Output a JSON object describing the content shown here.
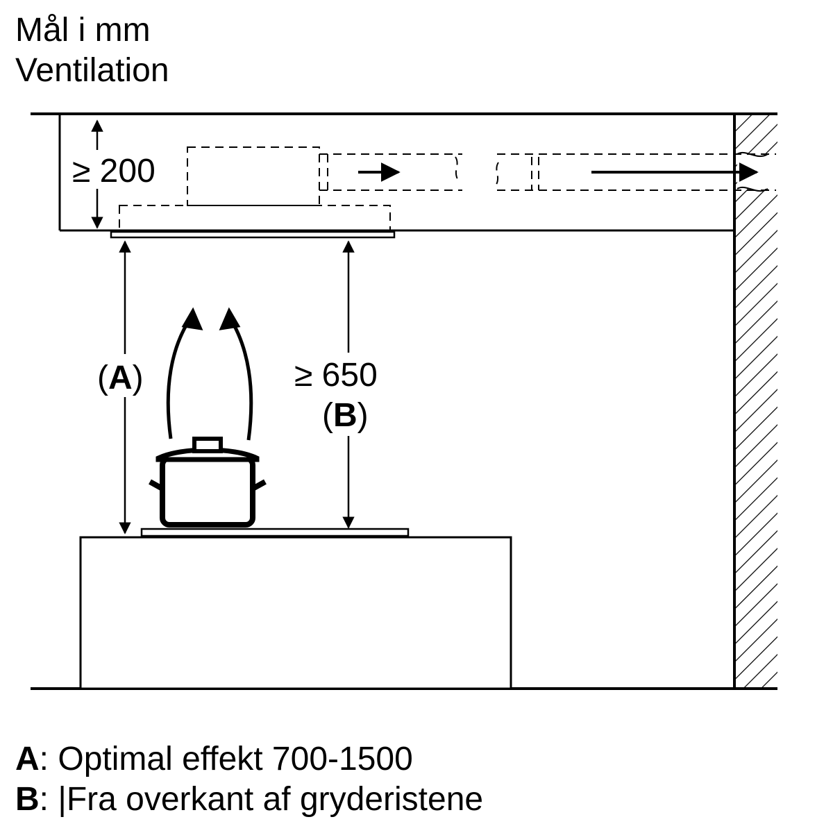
{
  "title": {
    "line1": "Mål i mm",
    "line2": "Ventilation"
  },
  "dimensions": {
    "ceiling_clearance": "≥ 200",
    "a_marker_open": "(",
    "a_marker_key": "A",
    "a_marker_close": ")",
    "b_min": "≥ 650",
    "b_marker_open": "(",
    "b_marker_key": "B",
    "b_marker_close": ")"
  },
  "legend": [
    {
      "key": "A",
      "sep": ":",
      "text": " Optimal effekt 700-1500"
    },
    {
      "key": "B",
      "sep": ":",
      "text": " |Fra overkant af gryderistene"
    }
  ]
}
